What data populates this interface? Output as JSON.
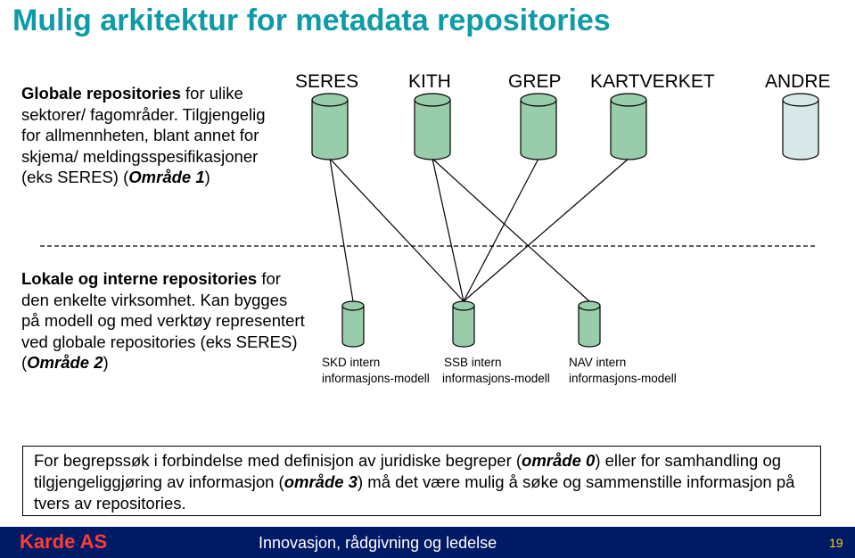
{
  "title": "Mulig arkitektur for metadata repositories",
  "global_section": {
    "heading": "Globale repositories",
    "line1_rest": " for ulike sektorer/ fagområder.",
    "line2": " Tilgjengelig for allmennheten, blant annet for skjema/ meldingsspesifikasjoner (eks SERES) (",
    "area_label": "Område 1",
    "close": ")"
  },
  "local_section": {
    "heading": "Lokale og interne repositories",
    "body": " for den enkelte virksomhet. Kan bygges på modell og med verktøy representert ved globale repositories (eks SERES) (",
    "area_label": "Område 2",
    "close": ")"
  },
  "global_repos": [
    "SERES",
    "KITH",
    "GREP",
    "KARTVERKET",
    "ANDRE"
  ],
  "local_repos": [
    {
      "line1": "SKD intern",
      "line2": "informasjons-modell"
    },
    {
      "line1": "SSB intern",
      "line2": "informasjons-modell"
    },
    {
      "line1": "NAV intern",
      "line2": "informasjons-modell"
    }
  ],
  "connections": [
    {
      "from": "SERES",
      "to": "SKD intern"
    },
    {
      "from": "SERES",
      "to": "SSB intern"
    },
    {
      "from": "KITH",
      "to": "SSB intern"
    },
    {
      "from": "KITH",
      "to": "NAV intern"
    },
    {
      "from": "GREP",
      "to": "SSB intern"
    },
    {
      "from": "KARTVERKET",
      "to": "SSB intern"
    }
  ],
  "note": {
    "part1": "For begrepssøk i forbindelse med definisjon av juridiske begreper (",
    "area0": "område 0",
    "part2": ") eller for samhandling og tilgjengeliggjøring av informasjon (",
    "area3": "område 3",
    "part3": ") må det være mulig å søke og sammenstille informasjon på tvers av repositories."
  },
  "footer": {
    "company": "Karde AS",
    "tagline": "Innovasjon, rådgivning og ledelse",
    "page_number": "19"
  },
  "colors": {
    "title": "#0e9aa7",
    "cylinder_active": "#99ccaa",
    "cylinder_inactive": "#d8e8e8",
    "footer_bg": "#001a66",
    "footer_company": "#ff3c33",
    "footer_page": "#ffd200"
  }
}
